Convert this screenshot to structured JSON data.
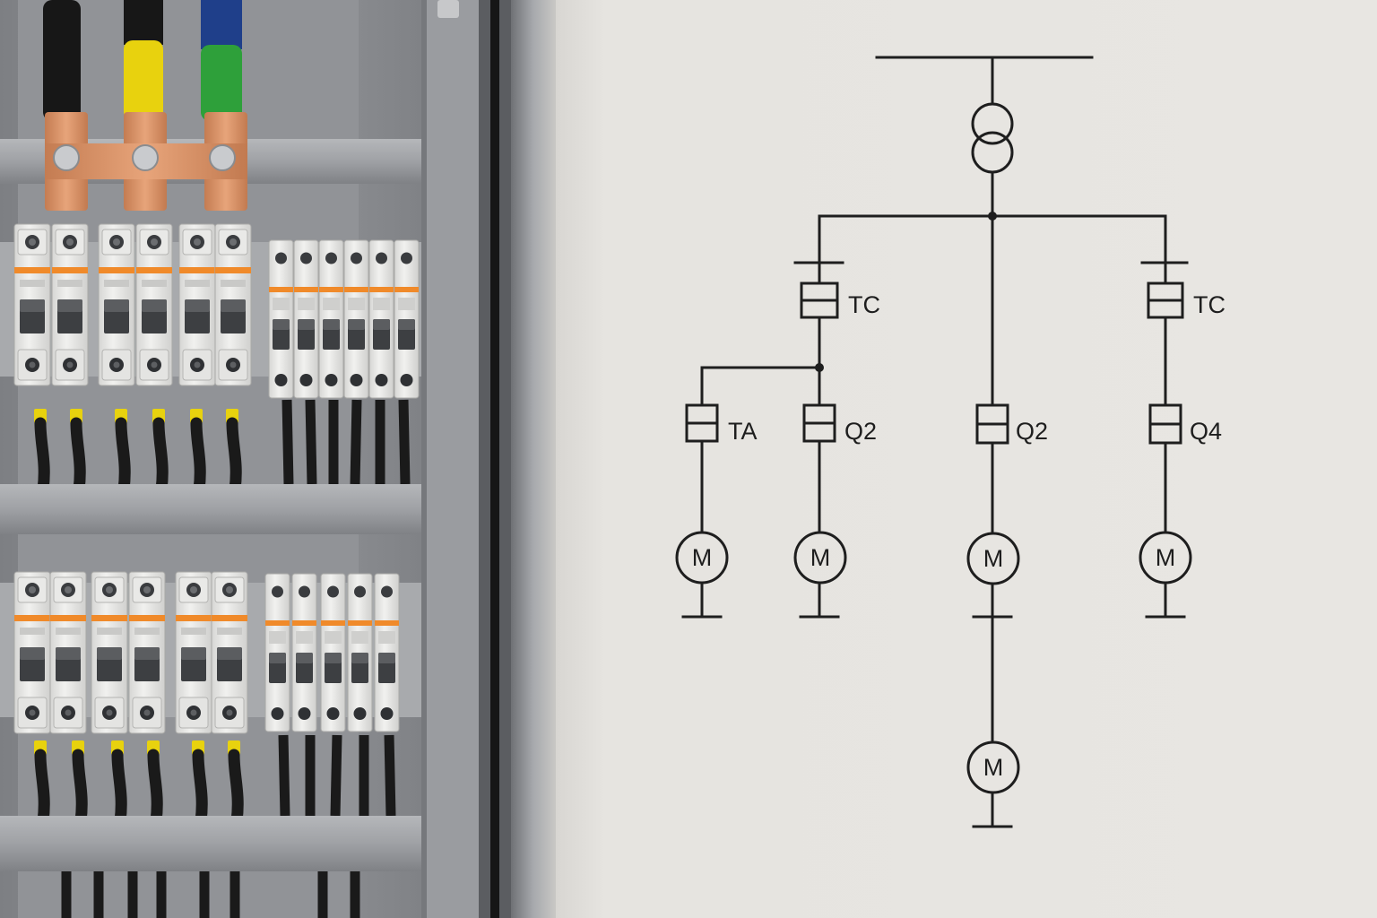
{
  "scene": {
    "left": "electrical-cabinet-with-circuit-breakers",
    "right": "single-line-diagram-on-door"
  },
  "colors": {
    "door": "#e6e4e0",
    "ink": "#1e1e1e",
    "cabinet_metal": "#8f9195",
    "copper": "#d9956b",
    "breaker_orange": "#f08a2a",
    "wire_yellow": "#e8d20e",
    "wire_green": "#2ea03a",
    "wire_blue": "#1f3f8a"
  },
  "diagram": {
    "labels": {
      "tc_left": "TC",
      "tc_right": "TC",
      "ta": "TA",
      "q2_a": "Q2",
      "q2_b": "Q2",
      "q4": "Q4"
    },
    "motors": {
      "m1": "M",
      "m2": "M",
      "m3": "M",
      "m4": "M",
      "m5": "M"
    }
  }
}
